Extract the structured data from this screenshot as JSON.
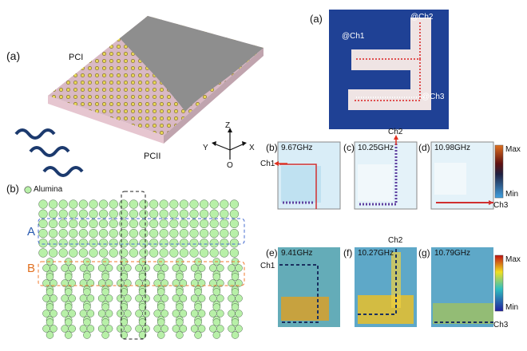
{
  "figure_left": {
    "panel_a": {
      "label": "(a)",
      "pc1": "PCI",
      "pc2": "PCII",
      "axes": {
        "z": "Z",
        "y": "Y",
        "x": "X",
        "origin": "O"
      }
    },
    "panel_b": {
      "label": "(b)",
      "legend": "Alumina",
      "row_a": "A",
      "row_b": "B"
    }
  },
  "figure_right": {
    "panel_a": {
      "label": "(a)",
      "ch1": "@Ch1",
      "ch2": "@Ch2",
      "ch3": "@Ch3"
    },
    "sim_panels": [
      {
        "label": "(b)",
        "freq": "9.67GHz"
      },
      {
        "label": "(c)",
        "freq": "10.25GHz"
      },
      {
        "label": "(d)",
        "freq": "10.98GHz"
      }
    ],
    "meas_panels": [
      {
        "label": "(e)",
        "freq": "9.41GHz"
      },
      {
        "label": "(f)",
        "freq": "10.27GHz"
      },
      {
        "label": "(g)",
        "freq": "10.79GHz"
      }
    ],
    "ports": {
      "ch1": "Ch1",
      "ch2": "Ch2",
      "ch3": "Ch3"
    },
    "colorbar": {
      "max": "Max",
      "min": "Min"
    }
  },
  "colors": {
    "alumina_fill": "#b8f0a8",
    "row_a_box": "#4a6fd0",
    "row_b_box": "#f07a2e",
    "fabric_blue": "#1a3a8a",
    "arrow_red": "#e03020"
  }
}
